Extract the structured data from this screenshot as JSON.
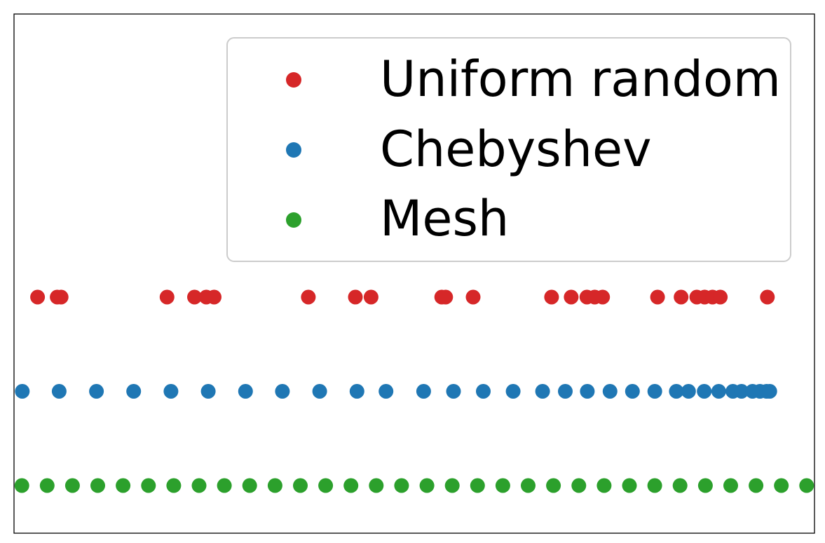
{
  "chart_data": {
    "type": "scatter",
    "xlim": [
      -1.02,
      1.02
    ],
    "grid": false,
    "axes_ticks": false,
    "legend_placement": "top-right",
    "series": [
      {
        "name": "Uniform random",
        "color": "#d62728",
        "row": 3,
        "x": [
          -0.96,
          -0.91,
          -0.9,
          -0.63,
          -0.56,
          -0.53,
          -0.51,
          -0.27,
          -0.15,
          -0.11,
          0.07,
          0.08,
          0.15,
          0.35,
          0.4,
          0.44,
          0.46,
          0.48,
          0.62,
          0.68,
          0.72,
          0.74,
          0.76,
          0.78,
          0.9
        ]
      },
      {
        "name": "Chebyshev",
        "color": "#1f77b4",
        "row": 2,
        "x": [
          -0.999,
          -0.905,
          -0.81,
          -0.715,
          -0.62,
          -0.525,
          -0.43,
          -0.336,
          -0.241,
          -0.146,
          -0.072,
          0.024,
          0.1,
          0.176,
          0.252,
          0.327,
          0.385,
          0.441,
          0.499,
          0.556,
          0.613,
          0.668,
          0.699,
          0.739,
          0.776,
          0.812,
          0.834,
          0.862,
          0.881,
          0.898,
          0.906
        ]
      },
      {
        "name": "Mesh",
        "color": "#2ca02c",
        "row": 1,
        "x": [
          -1.0,
          -0.9355,
          -0.871,
          -0.8065,
          -0.742,
          -0.6774,
          -0.6129,
          -0.5484,
          -0.4839,
          -0.4194,
          -0.3548,
          -0.2903,
          -0.2258,
          -0.1613,
          -0.0968,
          -0.0323,
          0.0323,
          0.0968,
          0.1613,
          0.2258,
          0.2903,
          0.3548,
          0.4194,
          0.4839,
          0.5484,
          0.6129,
          0.6774,
          0.742,
          0.8065,
          0.871,
          0.9355,
          1.0
        ]
      }
    ]
  },
  "legend": {
    "items": [
      "Uniform random",
      "Chebyshev",
      "Mesh"
    ]
  }
}
